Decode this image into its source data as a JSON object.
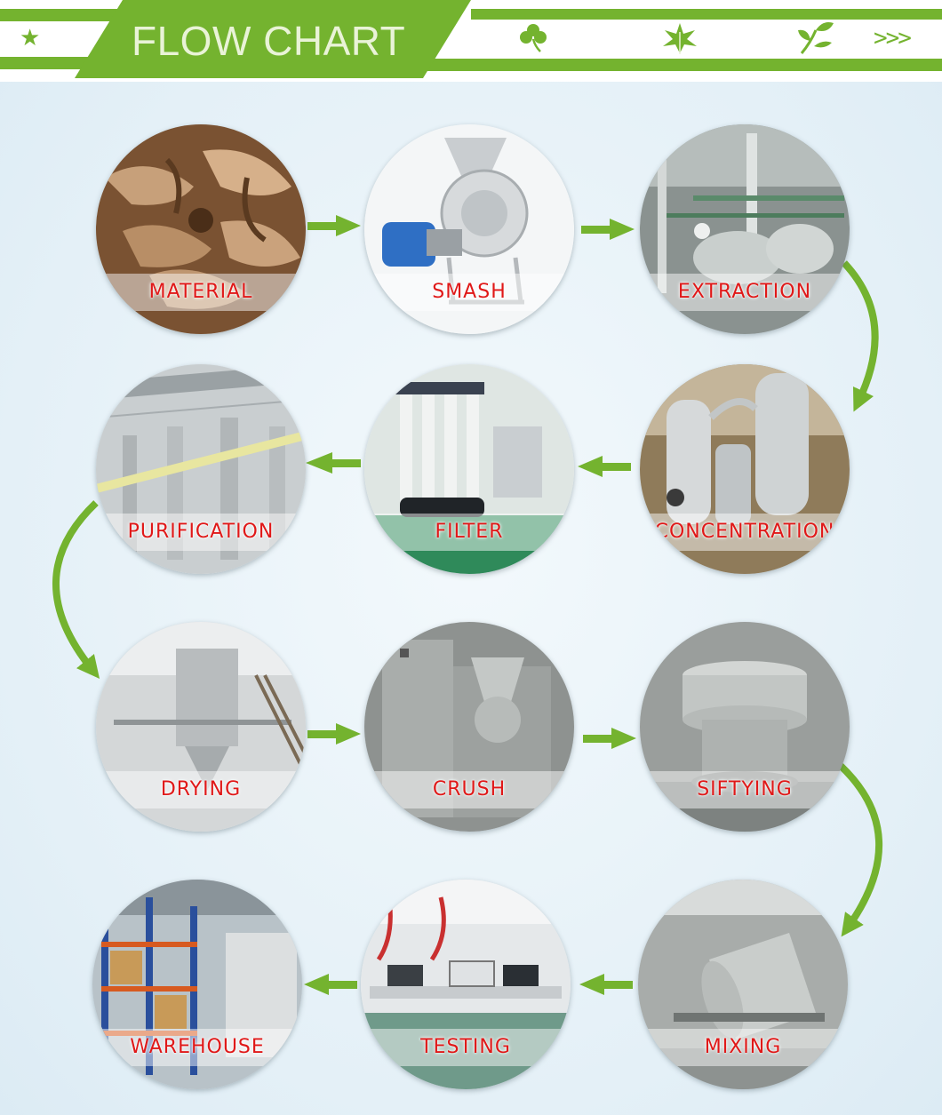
{
  "header": {
    "title": "FLOW CHART",
    "icons": [
      "star-icon",
      "clover-icon",
      "leaf-icon",
      "sprout-icon"
    ],
    "chevrons": ">>>"
  },
  "colors": {
    "accent": "#74b32f",
    "label": "#e01818",
    "background": "#e9f3f8"
  },
  "steps": [
    {
      "label": "MATERIAL"
    },
    {
      "label": "SMASH"
    },
    {
      "label": "EXTRACTION"
    },
    {
      "label": "CONCENTRATION"
    },
    {
      "label": "FILTER"
    },
    {
      "label": "PURIFICATION"
    },
    {
      "label": "DRYING"
    },
    {
      "label": "CRUSH"
    },
    {
      "label": "SIFTYING"
    },
    {
      "label": "MIXING"
    },
    {
      "label": "TESTING"
    },
    {
      "label": "WAREHOUSE"
    }
  ]
}
